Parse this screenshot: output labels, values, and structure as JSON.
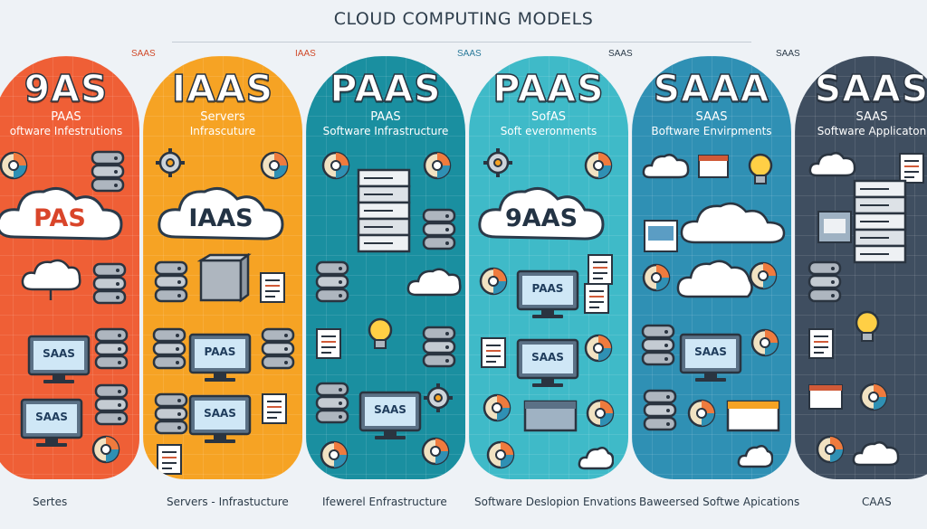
{
  "title": "CLOUD COMPUTING MODELS",
  "top_labels": [
    "SAAS",
    "IAAS",
    "SAAS",
    "SAAS",
    "SAAS"
  ],
  "columns": [
    {
      "color": "#ef5f36",
      "head": "9AS",
      "sub1": "PAAS",
      "sub2": "oftware Infestrutions",
      "cloud": "PAS",
      "m1": "SAAS",
      "m2": "SAAS",
      "footer": "Sertes"
    },
    {
      "color": "#f6a324",
      "head": "IAAS",
      "sub1": "Servers",
      "sub2": "Infrascuture",
      "cloud": "IAAS",
      "m1": "PAAS",
      "m2": "SAAS",
      "footer": "Servers - Infrastucture"
    },
    {
      "color": "#1a8fa0",
      "head": "PAAS",
      "sub1": "PAAS",
      "sub2": "Software Infrastructure",
      "cloud": "",
      "m1": "",
      "m2": "SAAS",
      "footer": "Ifewerel Enfrastructure"
    },
    {
      "color": "#3fbac8",
      "head": "PAAS",
      "sub1": "SofAS",
      "sub2": "Soft everonments",
      "cloud": "9AAS",
      "m1": "PAAS",
      "m2": "SAAS",
      "footer": "Software Deslopion Envations"
    },
    {
      "color": "#2f90b4",
      "head": "SAAA",
      "sub1": "SAAS",
      "sub2": "Boftware Envirpments",
      "cloud": "",
      "m1": "",
      "m2": "SAAS",
      "footer": "Baweersed Softwe Apications"
    },
    {
      "color": "#3f4e60",
      "head": "SAAS",
      "sub1": "SAAS",
      "sub2": "Software Applicaton",
      "cloud": "",
      "m1": "",
      "m2": "",
      "footer": "CAAS"
    }
  ]
}
